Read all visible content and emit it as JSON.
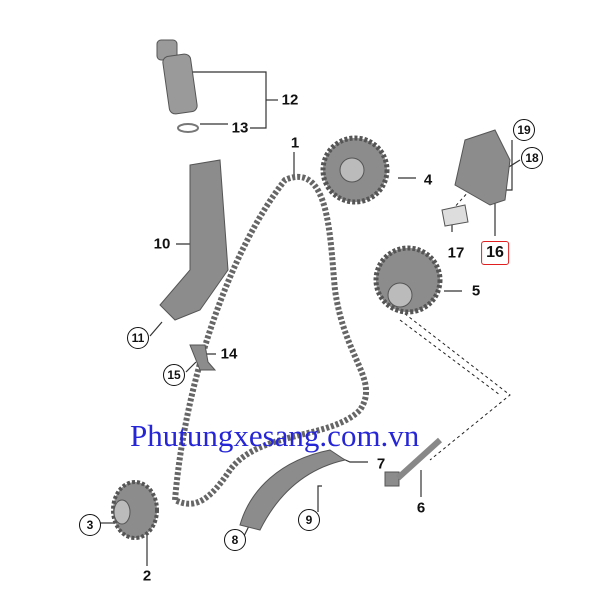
{
  "watermark": "Phutungxesang.com.vn",
  "callouts": {
    "p1": "1",
    "p2": "2",
    "p3": "3",
    "p4": "4",
    "p5": "5",
    "p6": "6",
    "p7": "7",
    "p8": "8",
    "p9": "9",
    "p10": "10",
    "p11": "11",
    "p12": "12",
    "p13": "13",
    "p14": "14",
    "p15": "15",
    "p16": "16",
    "p17": "17",
    "p18": "18",
    "p19": "19"
  },
  "colors": {
    "part": "#8c8c8c",
    "highlight": "#e02020",
    "watermark": "#2626d6"
  }
}
